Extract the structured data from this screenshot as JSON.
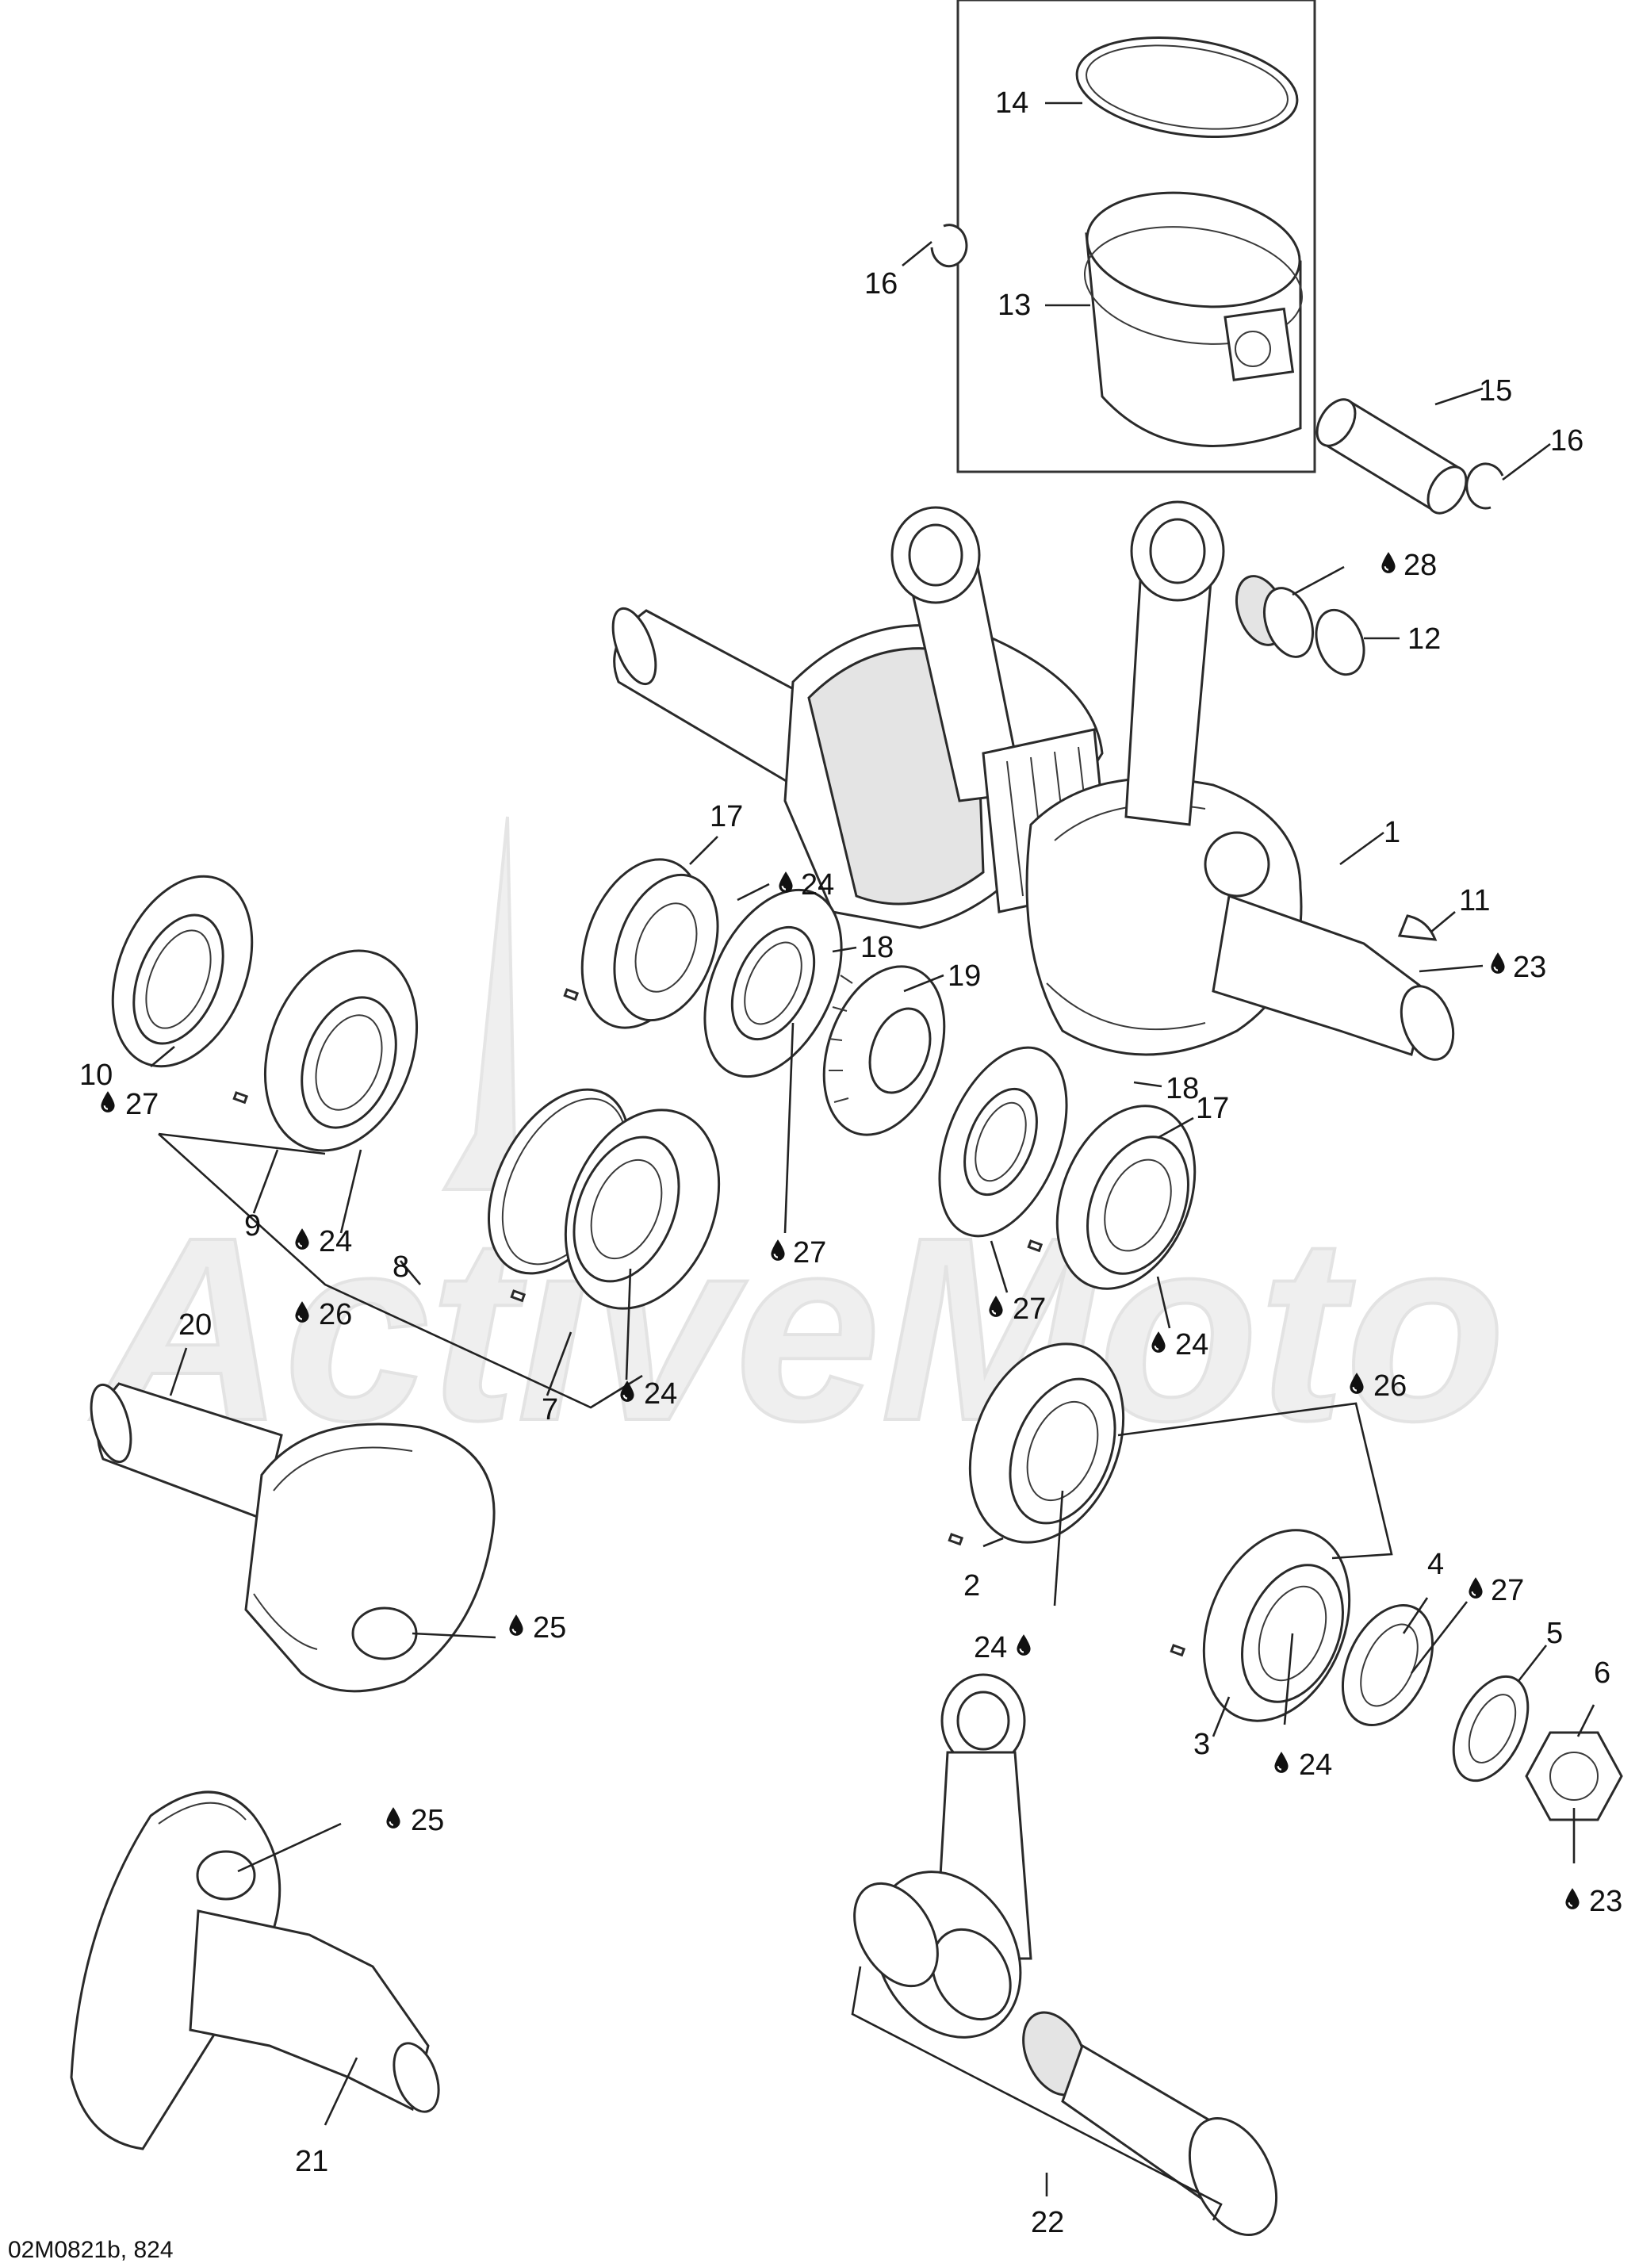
{
  "diagram": {
    "reference_code": "02M0821b, 824",
    "watermark": "ActiveMoto",
    "lubricant_icon": "oil-drop-icon",
    "callouts": [
      {
        "id": "c14",
        "number": "14",
        "oil": false
      },
      {
        "id": "c16a",
        "number": "16",
        "oil": false
      },
      {
        "id": "c13",
        "number": "13",
        "oil": false
      },
      {
        "id": "c15",
        "number": "15",
        "oil": false
      },
      {
        "id": "c16b",
        "number": "16",
        "oil": false
      },
      {
        "id": "c28",
        "number": "28",
        "oil": true
      },
      {
        "id": "c12",
        "number": "12",
        "oil": false
      },
      {
        "id": "c1",
        "number": "1",
        "oil": false
      },
      {
        "id": "c11",
        "number": "11",
        "oil": false
      },
      {
        "id": "c23a",
        "number": "23",
        "oil": true
      },
      {
        "id": "c17a",
        "number": "17",
        "oil": false
      },
      {
        "id": "c24a",
        "number": "24",
        "oil": true
      },
      {
        "id": "c18a",
        "number": "18",
        "oil": false
      },
      {
        "id": "c19",
        "number": "19",
        "oil": false
      },
      {
        "id": "c27a",
        "number": "27",
        "oil": true
      },
      {
        "id": "c10",
        "number": "10",
        "oil": false
      },
      {
        "id": "c27b",
        "number": "27",
        "oil": true
      },
      {
        "id": "c9",
        "number": "9",
        "oil": false
      },
      {
        "id": "c24b",
        "number": "24",
        "oil": true
      },
      {
        "id": "c26a",
        "number": "26",
        "oil": true
      },
      {
        "id": "c8",
        "number": "8",
        "oil": false
      },
      {
        "id": "c7",
        "number": "7",
        "oil": false
      },
      {
        "id": "c24c",
        "number": "24",
        "oil": true
      },
      {
        "id": "c18b",
        "number": "18",
        "oil": false
      },
      {
        "id": "c17b",
        "number": "17",
        "oil": false
      },
      {
        "id": "c27c",
        "number": "27",
        "oil": true
      },
      {
        "id": "c24d",
        "number": "24",
        "oil": true
      },
      {
        "id": "c20",
        "number": "20",
        "oil": false
      },
      {
        "id": "c25a",
        "number": "25",
        "oil": true
      },
      {
        "id": "c26b",
        "number": "26",
        "oil": true
      },
      {
        "id": "c2",
        "number": "2",
        "oil": false
      },
      {
        "id": "c24e",
        "number": "24",
        "oil": true
      },
      {
        "id": "c4",
        "number": "4",
        "oil": false
      },
      {
        "id": "c27d",
        "number": "27",
        "oil": true
      },
      {
        "id": "c5",
        "number": "5",
        "oil": false
      },
      {
        "id": "c6",
        "number": "6",
        "oil": false
      },
      {
        "id": "c3",
        "number": "3",
        "oil": false
      },
      {
        "id": "c24f",
        "number": "24",
        "oil": true
      },
      {
        "id": "c23b",
        "number": "23",
        "oil": true
      },
      {
        "id": "c25b",
        "number": "25",
        "oil": true
      },
      {
        "id": "c21",
        "number": "21",
        "oil": false
      },
      {
        "id": "c22",
        "number": "22",
        "oil": false
      }
    ]
  }
}
